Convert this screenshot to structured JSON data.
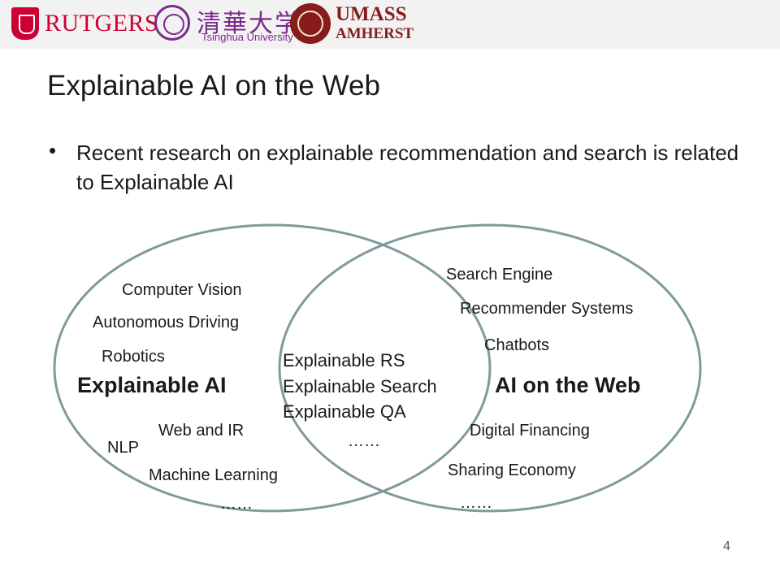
{
  "header": {
    "rutgers": "RUTGERS",
    "tsinghua_cn": "清華大学",
    "tsinghua_en": "Tsinghua University",
    "umass_line1": "UMASS",
    "umass_line2": "AMHERST"
  },
  "slide": {
    "title": "Explainable AI on the Web",
    "bullet_marker": "•",
    "bullet": "Recent research on explainable recommendation and search is related to Explainable AI",
    "page_number": "4"
  },
  "venn": {
    "left_title": "Explainable AI",
    "right_title": "AI on the Web",
    "left_items": [
      "Computer Vision",
      "Autonomous Driving",
      "Robotics",
      "Web and IR",
      "NLP",
      "Machine Learning",
      "……"
    ],
    "overlap_items": [
      "Explainable RS",
      "Explainable Search",
      "Explainable QA",
      "……"
    ],
    "right_items": [
      "Search Engine",
      "Recommender Systems",
      "Chatbots",
      "Digital Financing",
      "Sharing Economy",
      "……"
    ],
    "circle_color": "#7f9a9a"
  }
}
